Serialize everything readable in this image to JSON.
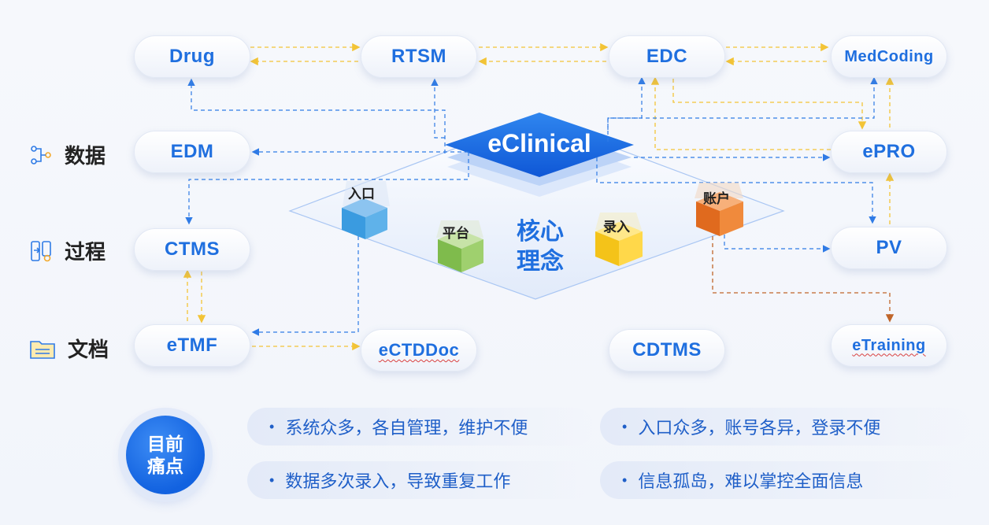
{
  "systems": {
    "drug": "Drug",
    "rtsm": "RTSM",
    "edc": "EDC",
    "medcoding": "MedCoding",
    "edm": "EDM",
    "epro": "ePRO",
    "ctms": "CTMS",
    "pv": "PV",
    "etmf": "eTMF",
    "ectddoc": "eCTDDoc",
    "cdtms": "CDTMS",
    "etraining": "eTraining"
  },
  "row_labels": {
    "data": "数据",
    "process": "过程",
    "document": "文档"
  },
  "center": {
    "title": "eClinical",
    "core_line1": "核心",
    "core_line2": "理念",
    "cubes": {
      "entry": "入口",
      "platform": "平台",
      "input": "录入",
      "account": "账户"
    }
  },
  "pain_points": {
    "title_line1": "目前",
    "title_line2": "痛点",
    "items": [
      "系统众多，各自管理，维护不便",
      "入口众多，账号各异，登录不便",
      "数据多次录入，导致重复工作",
      "信息孤岛，难以掌控全面信息"
    ]
  },
  "colors": {
    "accent_blue": "#1f6fdf",
    "yellow_link": "#f3c436",
    "blue_link": "#2f7be6",
    "orange_link": "#c0652a"
  },
  "icons": [
    "data-flow-icon",
    "process-icon",
    "document-folder-icon"
  ]
}
